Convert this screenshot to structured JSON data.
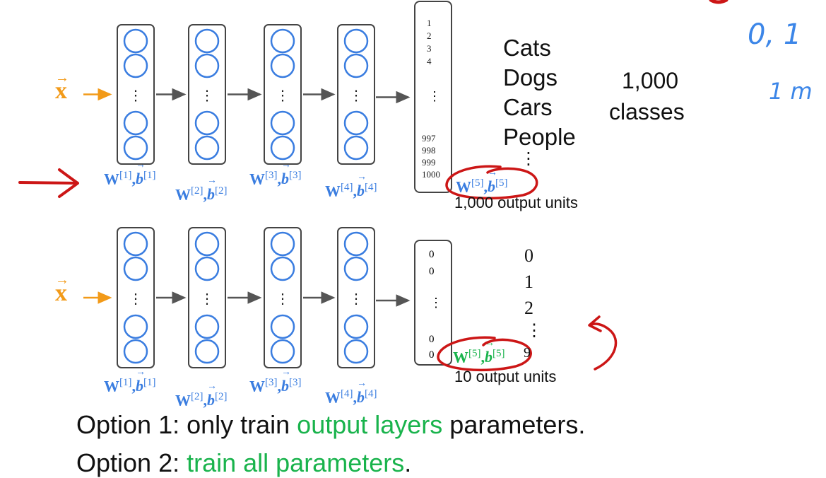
{
  "colors": {
    "blue": "#3a7de0",
    "green": "#19b34c",
    "orange": "#f29a18",
    "red": "#cc1616",
    "handwriting_blue": "#3c86e8"
  },
  "input_symbol": "x",
  "ellipsis": "⋮",
  "top_network": {
    "output_numbers_top": [
      "1",
      "2",
      "3",
      "4"
    ],
    "output_numbers_bottom": [
      "997",
      "998",
      "999",
      "1000"
    ],
    "classes": [
      "Cats",
      "Dogs",
      "Cars",
      "People"
    ],
    "classes_count": "1,000",
    "classes_word": "classes",
    "units_label": "1,000 output units"
  },
  "bottom_network": {
    "output_numbers_top": [
      "0",
      "0"
    ],
    "output_numbers_bottom": [
      "0",
      "0"
    ],
    "digits": [
      "0",
      "1",
      "2"
    ],
    "trailing_digit": "9",
    "units_label": "10 output units"
  },
  "params": [
    {
      "w": "W",
      "l": "[1]",
      "b": "b",
      "l2": "[1]"
    },
    {
      "w": "W",
      "l": "[2]",
      "b": "b",
      "l2": "[2]"
    },
    {
      "w": "W",
      "l": "[3]",
      "b": "b",
      "l2": "[3]"
    },
    {
      "w": "W",
      "l": "[4]",
      "b": "b",
      "l2": "[4]"
    },
    {
      "w": "W",
      "l": "[5]",
      "b": "b",
      "l2": "[5]"
    }
  ],
  "options": {
    "opt1_prefix": "Option 1: only train ",
    "opt1_highlight": "output layers",
    "opt1_suffix": " parameters.",
    "opt2_prefix": "Option 2: ",
    "opt2_highlight": "train all parameters",
    "opt2_suffix": "."
  },
  "handwriting": {
    "line1": "0, 1",
    "line2": "1 m"
  }
}
